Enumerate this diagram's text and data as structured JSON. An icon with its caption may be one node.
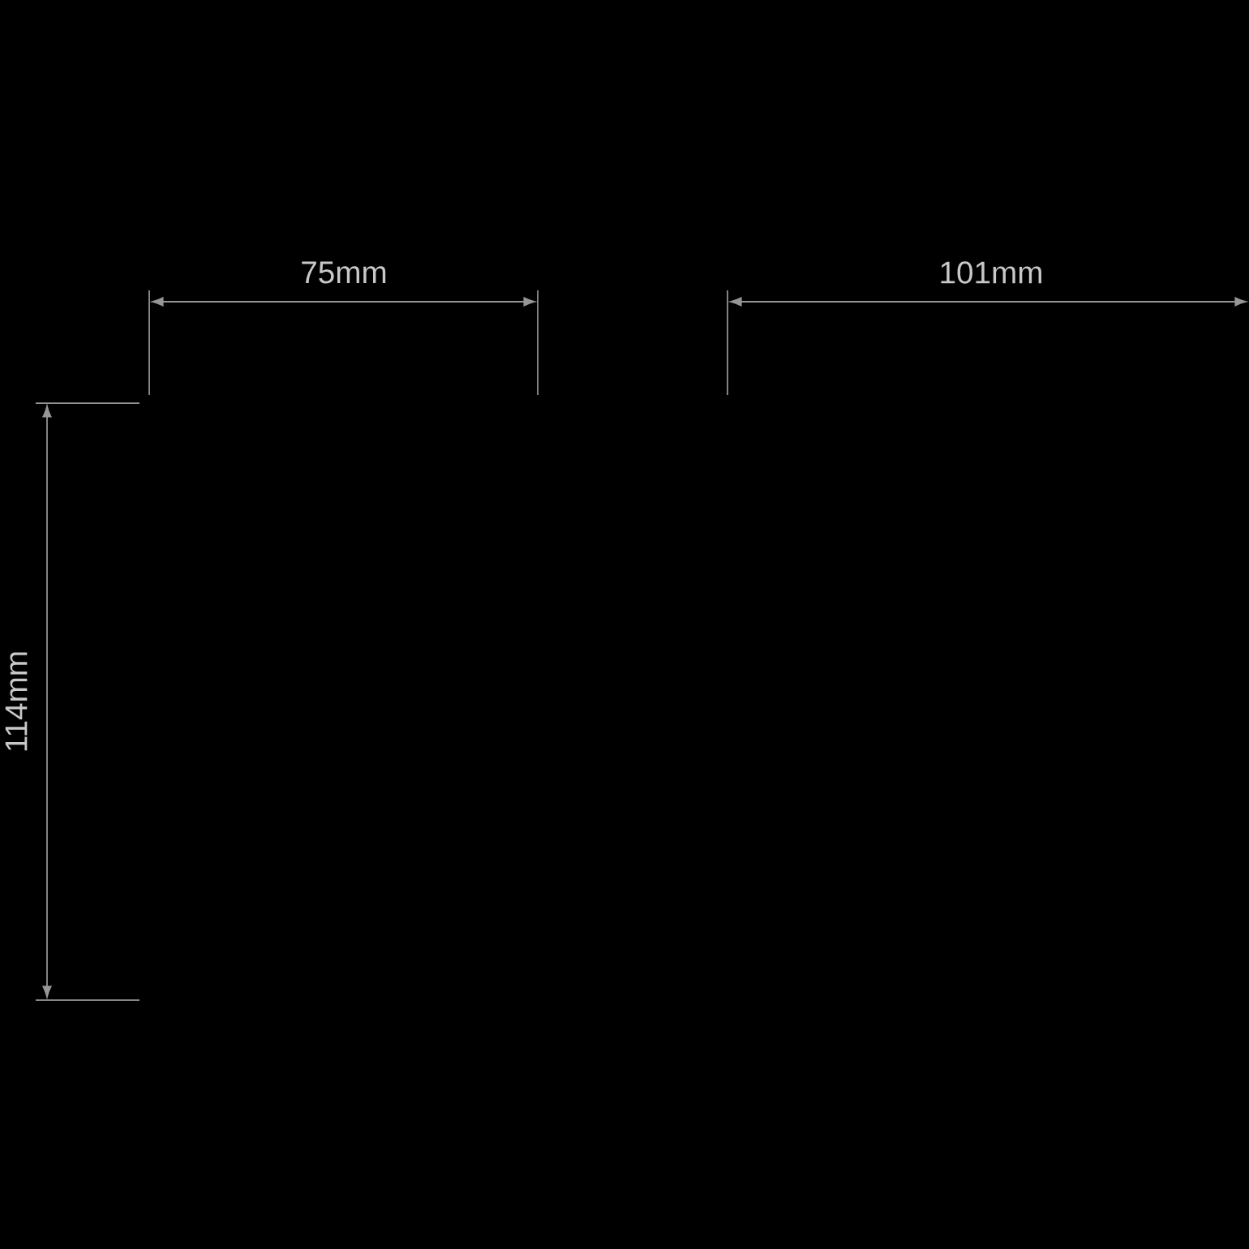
{
  "diagram": {
    "labels": [
      "75mm",
      "101mm",
      "114mm"
    ]
  }
}
